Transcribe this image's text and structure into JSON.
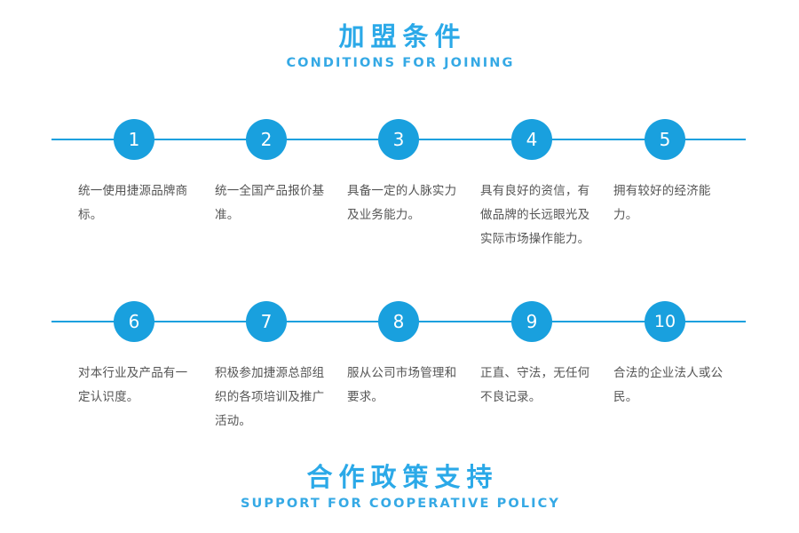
{
  "colors": {
    "accent": "#19A0DE",
    "heading_cn": "#2BA9E8",
    "heading_en": "#35A9E5",
    "body_text": "#555555",
    "background": "#FFFFFF"
  },
  "top_heading": {
    "cn": "加盟条件",
    "en": "CONDITIONS FOR JOINING"
  },
  "bottom_heading": {
    "cn": "合作政策支持",
    "en": "SUPPORT FOR COOPERATIVE POLICY"
  },
  "rows": [
    {
      "name": "timeline-row-1",
      "items": [
        {
          "number": "1",
          "text": "统一使用捷源品牌商标。"
        },
        {
          "number": "2",
          "text": "统一全国产品报价基准。"
        },
        {
          "number": "3",
          "text": "具备一定的人脉实力及业务能力。"
        },
        {
          "number": "4",
          "text": "具有良好的资信，有做品牌的长远眼光及实际市场操作能力。"
        },
        {
          "number": "5",
          "text": "拥有较好的经济能力。"
        }
      ]
    },
    {
      "name": "timeline-row-2",
      "items": [
        {
          "number": "6",
          "text": "对本行业及产品有一定认识度。"
        },
        {
          "number": "7",
          "text": "积极参加捷源总部组织的各项培训及推广活动。"
        },
        {
          "number": "8",
          "text": "服从公司市场管理和要求。"
        },
        {
          "number": "9",
          "text": "正直、守法，无任何不良记录。"
        },
        {
          "number": "10",
          "text": "合法的企业法人或公民。"
        }
      ]
    }
  ]
}
